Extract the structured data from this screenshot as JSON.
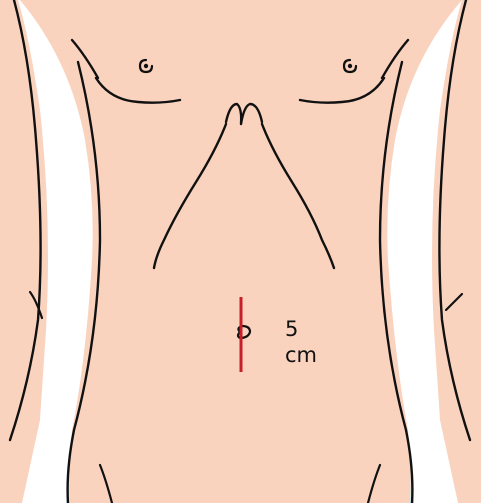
{
  "illustration": {
    "subject": "anterior-abdomen",
    "colors": {
      "skin": "#FAD3BF",
      "background_gap": "#CFF3F7",
      "outline": "#111111",
      "marker": "#C81E2A"
    }
  },
  "measurement": {
    "value": "5",
    "unit": "cm"
  }
}
